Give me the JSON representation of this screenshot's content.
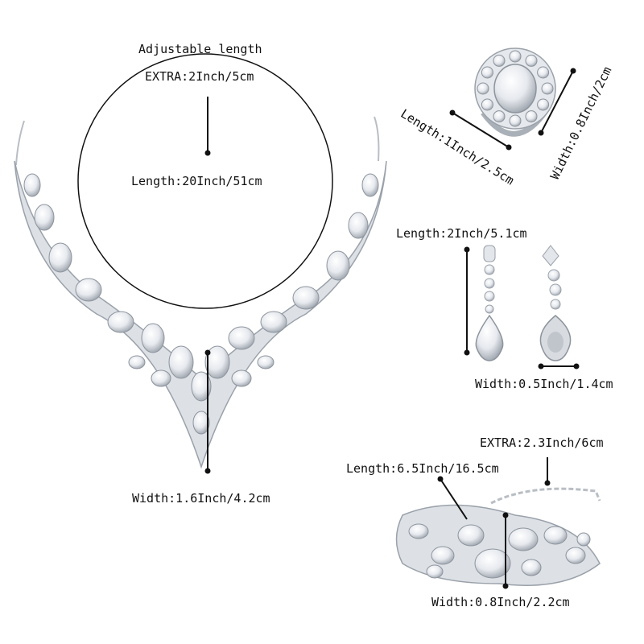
{
  "necklace": {
    "adjustable_label": "Adjustable length",
    "extra_label": "EXTRA:2Inch/5cm",
    "length_label": "Length:20Inch/51cm",
    "width_label": "Width:1.6Inch/4.2cm"
  },
  "ring": {
    "length_label": "Length:1Inch/2.5cm",
    "width_label": "Width:0.8Inch/2cm"
  },
  "earrings": {
    "length_label": "Length:2Inch/5.1cm",
    "width_label": "Width:0.5Inch/1.4cm"
  },
  "bracelet": {
    "extra_label": "EXTRA:2.3Inch/6cm",
    "length_label": "Length:6.5Inch/16.5cm",
    "width_label": "Width:0.8Inch/2.2cm"
  },
  "colors": {
    "background": "#ffffff",
    "line": "#111111",
    "silver": "#c9cdd3",
    "crystal": "#eef1f5"
  }
}
